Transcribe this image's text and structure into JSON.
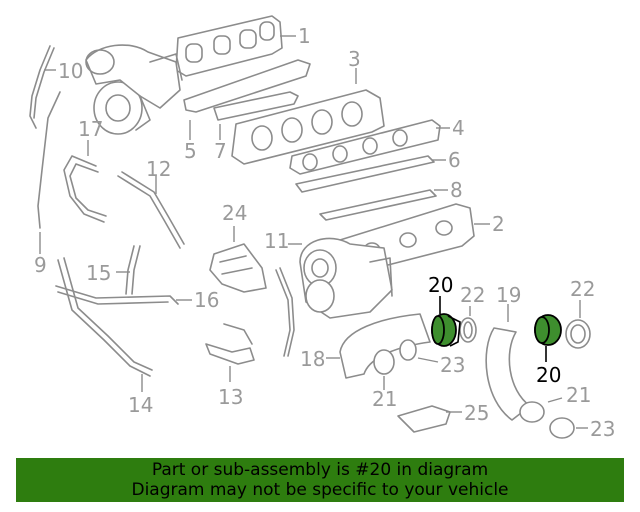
{
  "diagram": {
    "labels": {
      "p1": "1",
      "p2": "2",
      "p3": "3",
      "p4": "4",
      "p5": "5",
      "p6": "6",
      "p7": "7",
      "p8": "8",
      "p9": "9",
      "p10": "10",
      "p11": "11",
      "p12": "12",
      "p13": "13",
      "p14": "14",
      "p15": "15",
      "p16": "16",
      "p17": "17",
      "p18": "18",
      "p19": "19",
      "p20a": "20",
      "p20b": "20",
      "p21a": "21",
      "p21b": "21",
      "p22a": "22",
      "p22b": "22",
      "p23a": "23",
      "p23b": "23",
      "p24": "24",
      "p25": "25"
    },
    "highlight_color": "#3e8e2e"
  },
  "footer": {
    "line1": "Part or sub-assembly is #20 in diagram",
    "line2": "Diagram may not be specific to your vehicle",
    "background": "#2e7d0f"
  }
}
